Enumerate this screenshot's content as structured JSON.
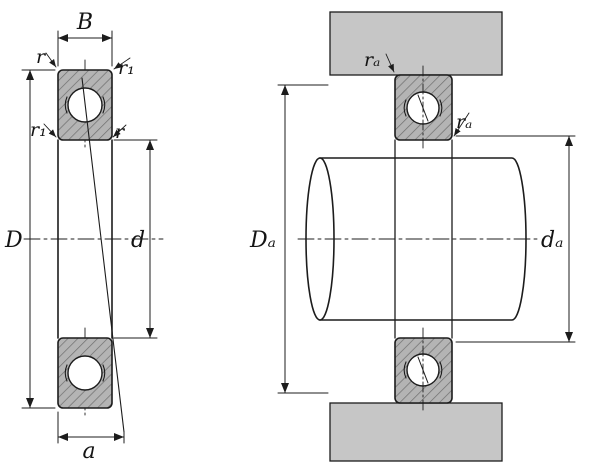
{
  "colors": {
    "background": "#ffffff",
    "line": "#1c1c1c",
    "bearing_section_fill": "#b4b4b4",
    "housing_fill": "#c6c6c6"
  },
  "left_figure": {
    "labels": {
      "B": "B",
      "r_top": "r",
      "r1_top": "r₁",
      "r1_side": "r₁",
      "r_side": "r",
      "D": "D",
      "d": "d",
      "a": "a"
    }
  },
  "right_figure": {
    "labels": {
      "ra_housing": "rₐ",
      "ra_shaft": "rₐ",
      "Da": "Dₐ",
      "da": "dₐ"
    }
  }
}
